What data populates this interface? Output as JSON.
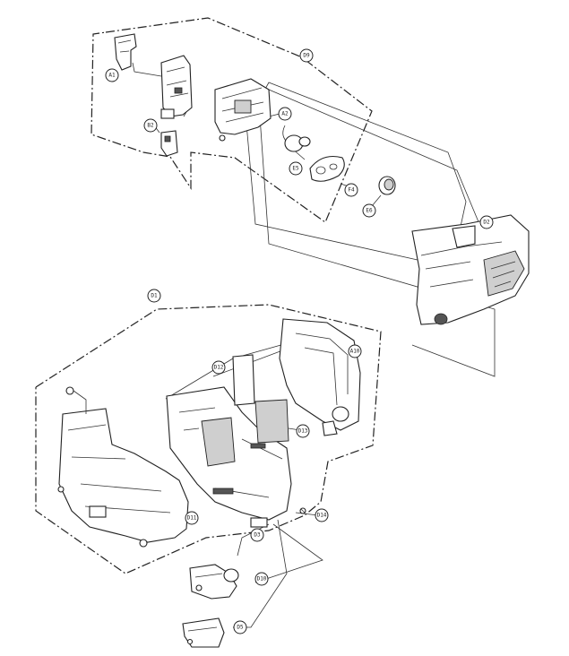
{
  "callouts": {
    "c1": "D9",
    "c2": "A1",
    "c3": "B2",
    "c4": "A2",
    "c5": "E5",
    "c6": "F4",
    "c7": "E6",
    "c8": "D2",
    "c9": "D1",
    "c10": "A10",
    "c11": "D12",
    "c12": "D13",
    "c13": "D14",
    "c14": "D11",
    "c15": "D3",
    "c16": "D10",
    "c17": "D5"
  }
}
